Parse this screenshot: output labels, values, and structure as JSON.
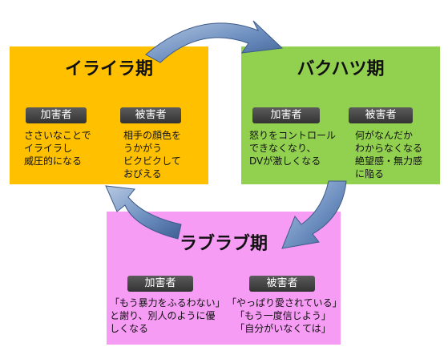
{
  "colors": {
    "irairaki": "#ffc000",
    "bakuhatsuki": "#92d050",
    "raburabuki": "#f79cf5",
    "badge": "#444444",
    "arrow": "#4a6fa5"
  },
  "phases": {
    "irairaki": {
      "title": "イライラ期",
      "perpetrator": {
        "label": "加害者",
        "lines": [
          "ささいなことで",
          "イライラし",
          "威圧的になる"
        ]
      },
      "victim": {
        "label": "被害者",
        "lines": [
          "相手の顔色を",
          "うかがう",
          "ビクビクして",
          "おびえる"
        ]
      }
    },
    "bakuhatsuki": {
      "title": "バクハツ期",
      "perpetrator": {
        "label": "加害者",
        "lines": [
          "怒りをコントロール",
          "できなくなり、",
          "DVが激しくなる"
        ]
      },
      "victim": {
        "label": "被害者",
        "lines": [
          "何がなんだか",
          "わからなくなる",
          "絶望感・無力感",
          "に陥る"
        ]
      }
    },
    "raburabuki": {
      "title": "ラブラブ期",
      "perpetrator": {
        "label": "加害者",
        "lines": [
          "「もう暴力をふるわない」",
          "と謝り、別人のように優",
          "しくなる"
        ]
      },
      "victim": {
        "label": "被害者",
        "lines": [
          "「やっぱり愛されている」",
          "「もう一度信じよう」",
          "「自分がいなくては」"
        ]
      }
    }
  },
  "arrows": [
    {
      "from": "irairaki",
      "to": "bakuhatsuki"
    },
    {
      "from": "bakuhatsuki",
      "to": "raburabuki"
    },
    {
      "from": "raburabuki",
      "to": "irairaki"
    }
  ]
}
